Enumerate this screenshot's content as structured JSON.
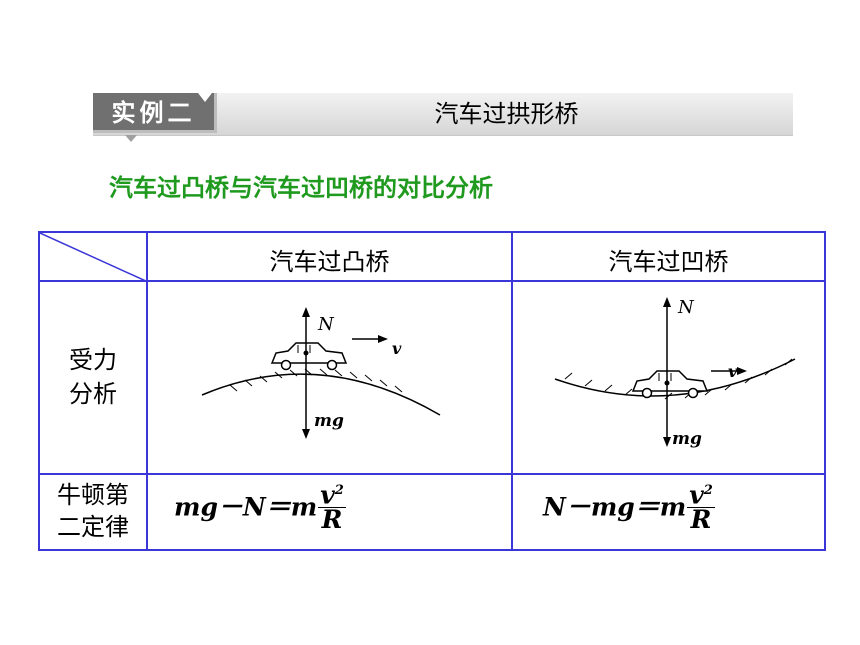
{
  "header": {
    "badge": "实例二",
    "title": "汽车过拱形桥"
  },
  "subtitle": "汽车过凸桥与汽车过凹桥的对比分析",
  "table": {
    "columns": [
      "汽车过凸桥",
      "汽车过凹桥"
    ],
    "rows": [
      {
        "label_line1": "受力",
        "label_line2": "分析"
      },
      {
        "label_line1": "牛顿第",
        "label_line2": "二定律"
      }
    ],
    "convex": {
      "force_up": "N",
      "force_down": "mg",
      "velocity": "v",
      "formula_lhs": "mg－N＝m",
      "frac_num": "v",
      "frac_exp": "2",
      "frac_den": "R"
    },
    "concave": {
      "force_up": "N",
      "force_down": "mg",
      "velocity": "v",
      "formula_lhs": "N－mg＝m",
      "frac_num": "v",
      "frac_exp": "2",
      "frac_den": "R"
    }
  },
  "colors": {
    "border": "#3a36d8",
    "subtitle": "#1f9a1f",
    "badge_bg": "#707070"
  }
}
